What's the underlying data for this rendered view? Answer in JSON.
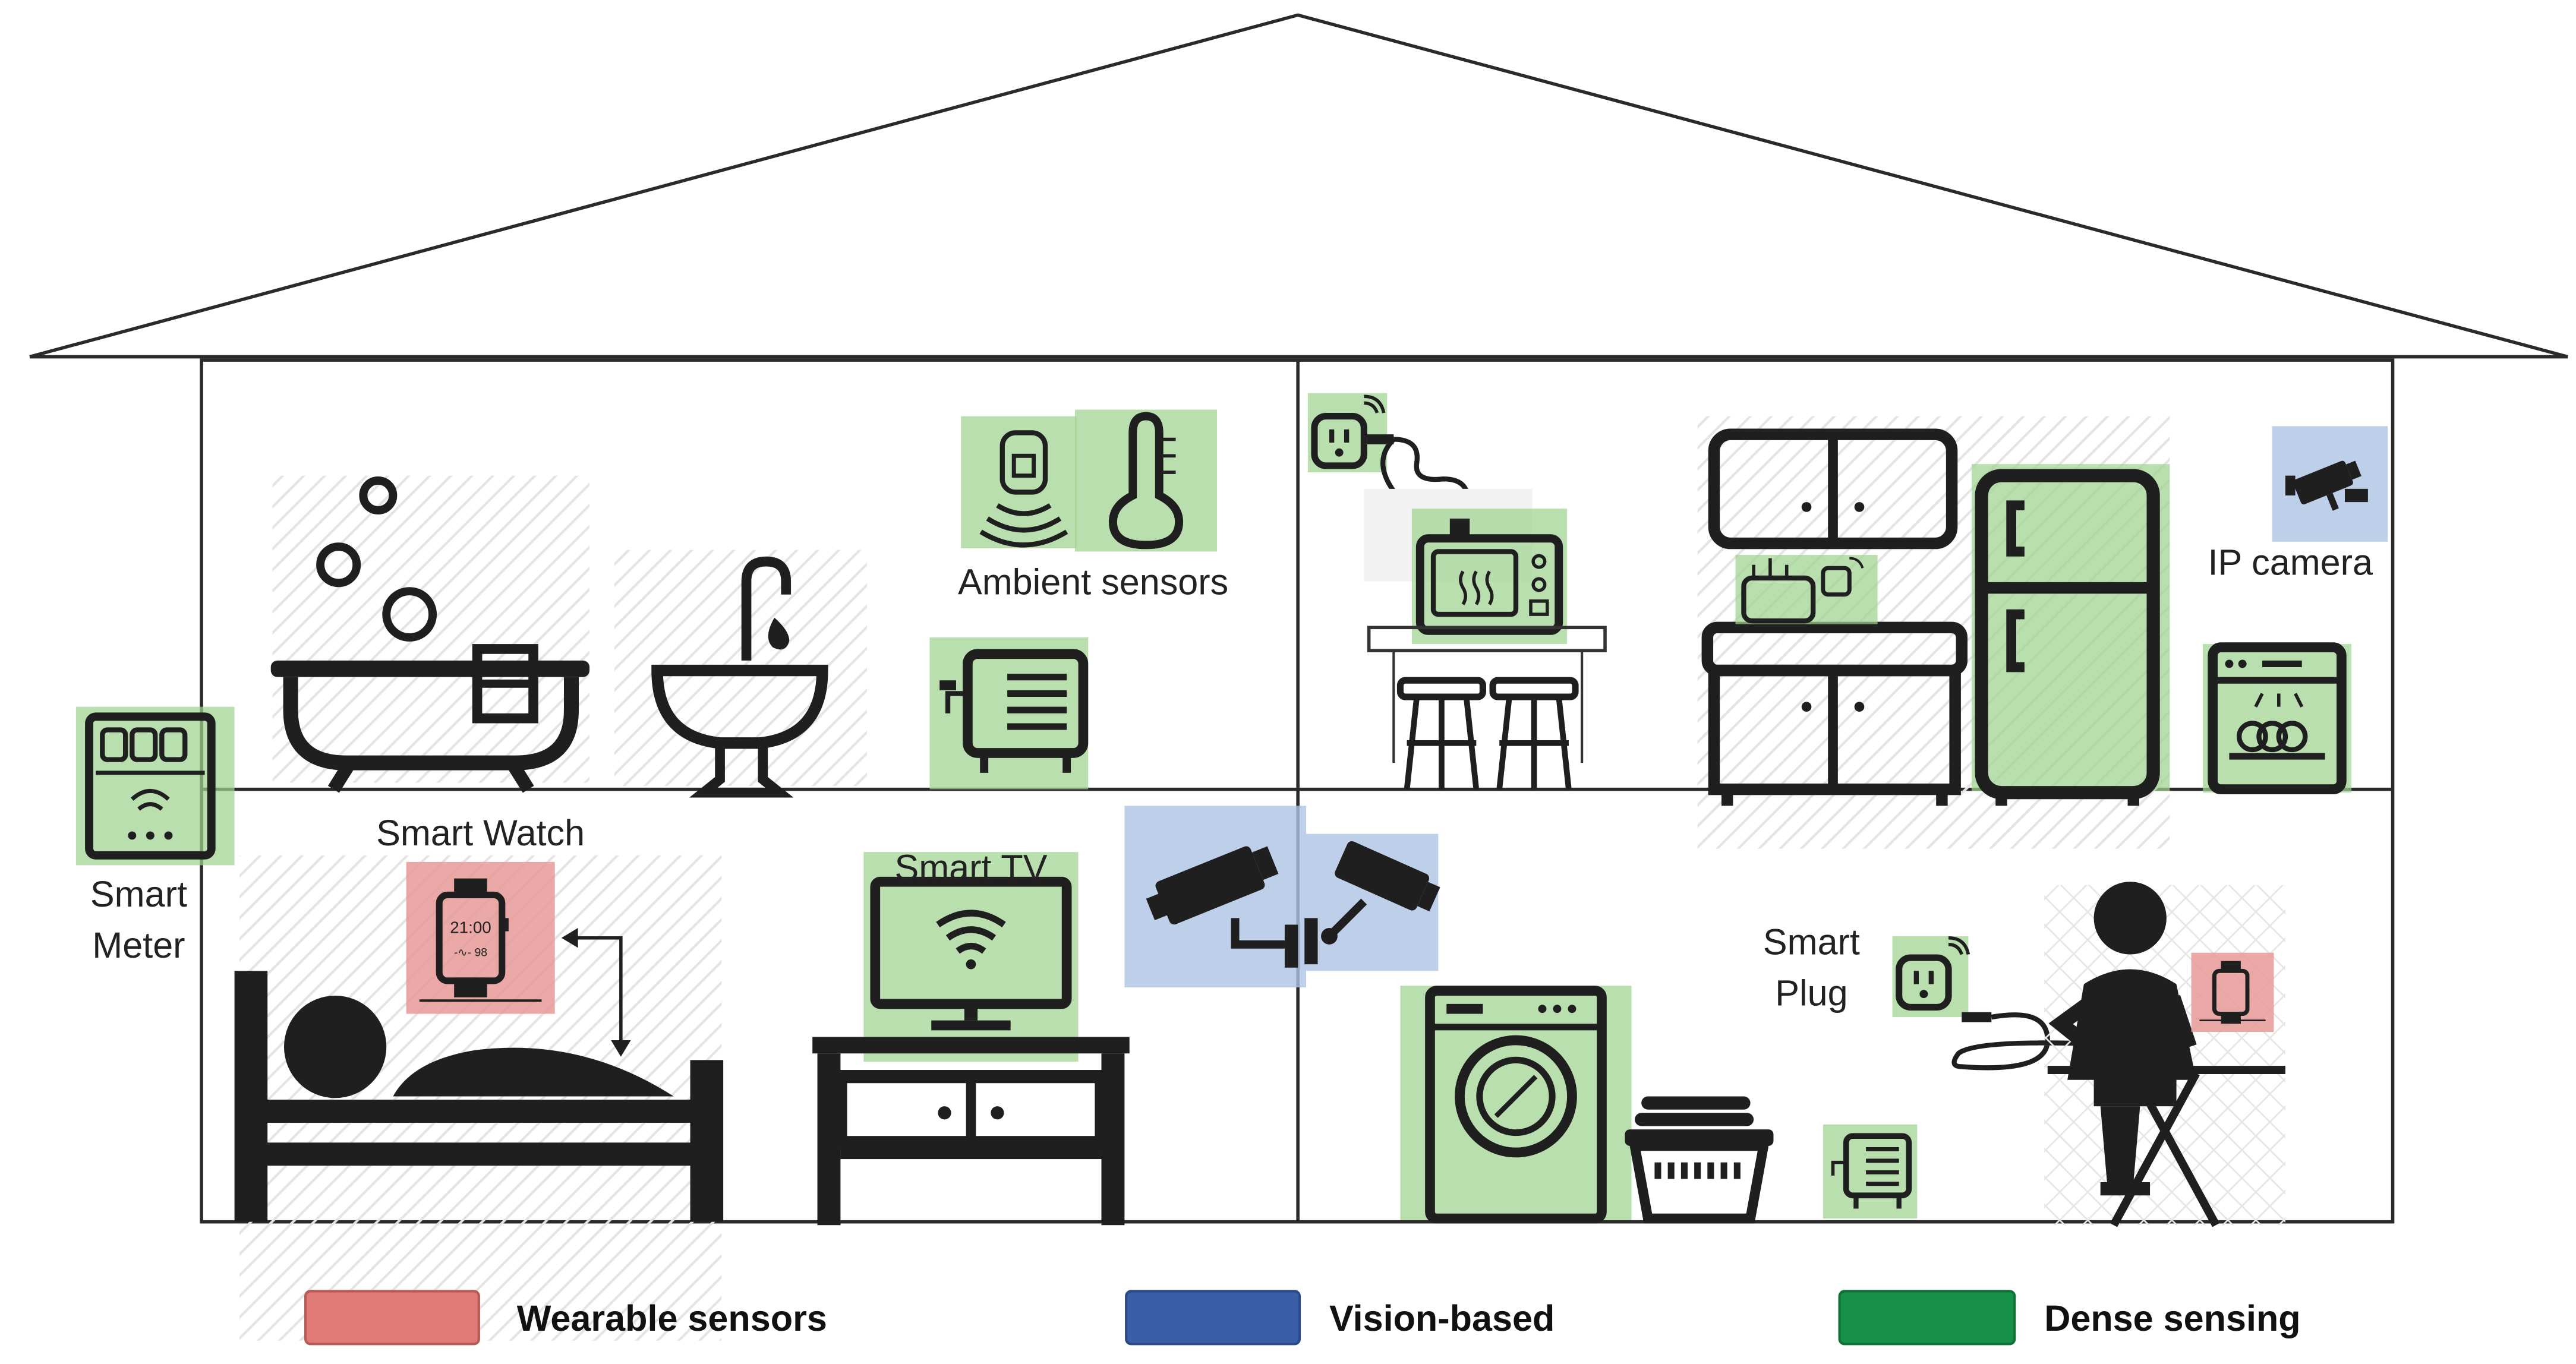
{
  "labels": {
    "ambient_sensors": "Ambient sensors",
    "ip_camera": "IP camera",
    "smart_meter_line1": "Smart",
    "smart_meter_line2": "Meter",
    "smart_watch": "Smart Watch",
    "smart_tv": "Smart TV",
    "smart_plug_line1": "Smart",
    "smart_plug_line2": "Plug",
    "watch_time": "21:00",
    "watch_hr": "-∿- 98"
  },
  "legend": [
    {
      "label": "Wearable sensors",
      "color": "#e07a76"
    },
    {
      "label": "Vision-based",
      "color": "#3a5ea8"
    },
    {
      "label": "Dense sensing",
      "color": "#17914a"
    }
  ],
  "highlight_colors": {
    "dense": "#9fd38f",
    "vision": "#aec3e3",
    "wearable": "#e69a96"
  },
  "icons": [
    "bathtub-icon",
    "sink-icon",
    "motion-sensor-icon",
    "thermometer-icon",
    "heater-icon",
    "smart-outlet-icon",
    "microwave-icon",
    "bar-counter-icon",
    "kitchen-cabinet-icon",
    "toaster-icon",
    "refrigerator-icon",
    "security-camera-icon",
    "dishwasher-icon",
    "smart-meter-icon",
    "smart-watch-icon",
    "bed-icon",
    "television-icon",
    "tv-stand-icon",
    "washing-machine-icon",
    "laundry-basket-icon",
    "ironing-person-icon"
  ]
}
